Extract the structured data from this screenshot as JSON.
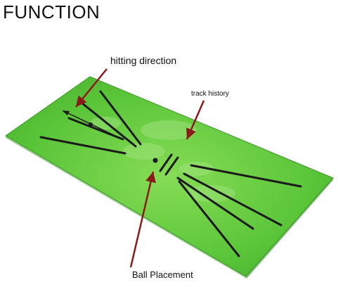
{
  "heading": "FUNCTION",
  "annotations": {
    "hitting_direction": "hitting direction",
    "track_history": "track history",
    "ball_placement": "Ball Placement"
  },
  "colors": {
    "mat_green": "#59c43a",
    "mat_light": "#7ad64a",
    "line_black": "#1a1a1a",
    "arrow_red": "#8b1a1a"
  }
}
